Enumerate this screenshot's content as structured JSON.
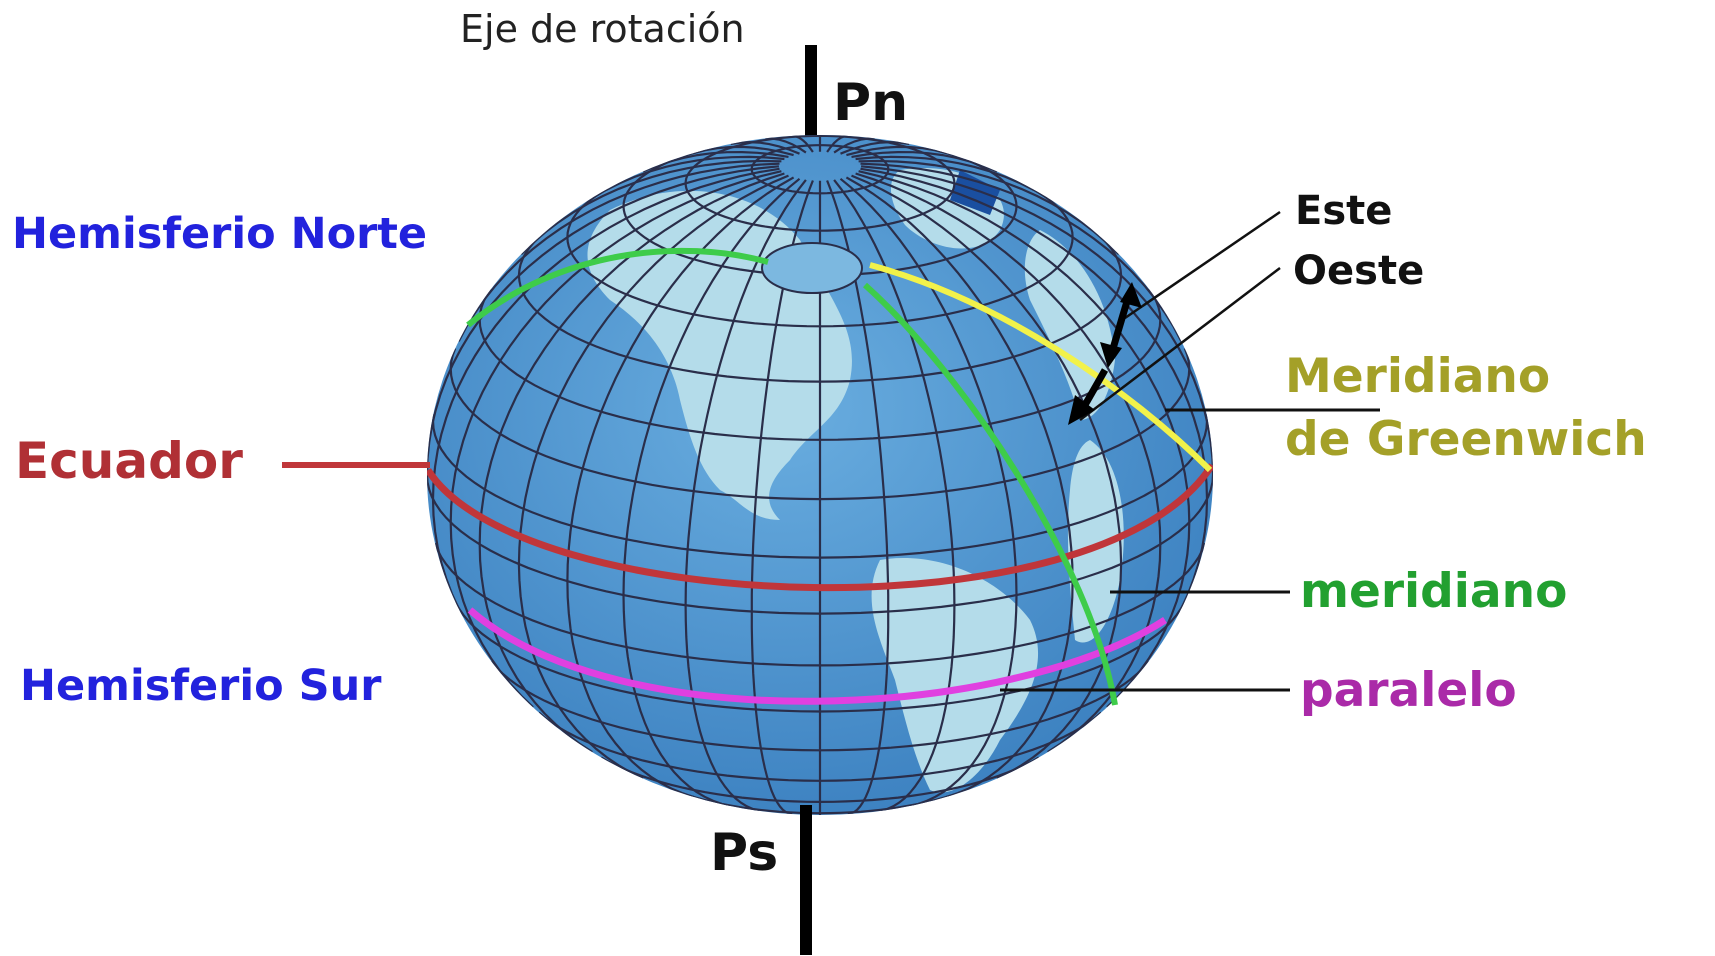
{
  "labels": {
    "axis_title": "Eje de rotación",
    "north_pole": "Pn",
    "south_pole": "Ps",
    "north_hemisphere": "Hemisferio Norte",
    "south_hemisphere": "Hemisferio Sur",
    "equator": "Ecuador",
    "east": "Este",
    "west": "Oeste",
    "greenwich_line1": "Meridiano",
    "greenwich_line2": "de Greenwich",
    "meridian": "meridiano",
    "parallel": "paralelo"
  },
  "colors": {
    "ocean": "#4a90cc",
    "land": "#b4dcea",
    "grid": "#2a2e4a",
    "axis": "#000000",
    "hemisphere_text": "#2222dd",
    "equator": "#c0363a",
    "greenwich": "#f2f24a",
    "greenwich_text": "#a4a028",
    "meridian": "#3ecc4a",
    "meridian_text": "#22a030",
    "parallel": "#e040e0",
    "parallel_text": "#aa2aa8"
  }
}
